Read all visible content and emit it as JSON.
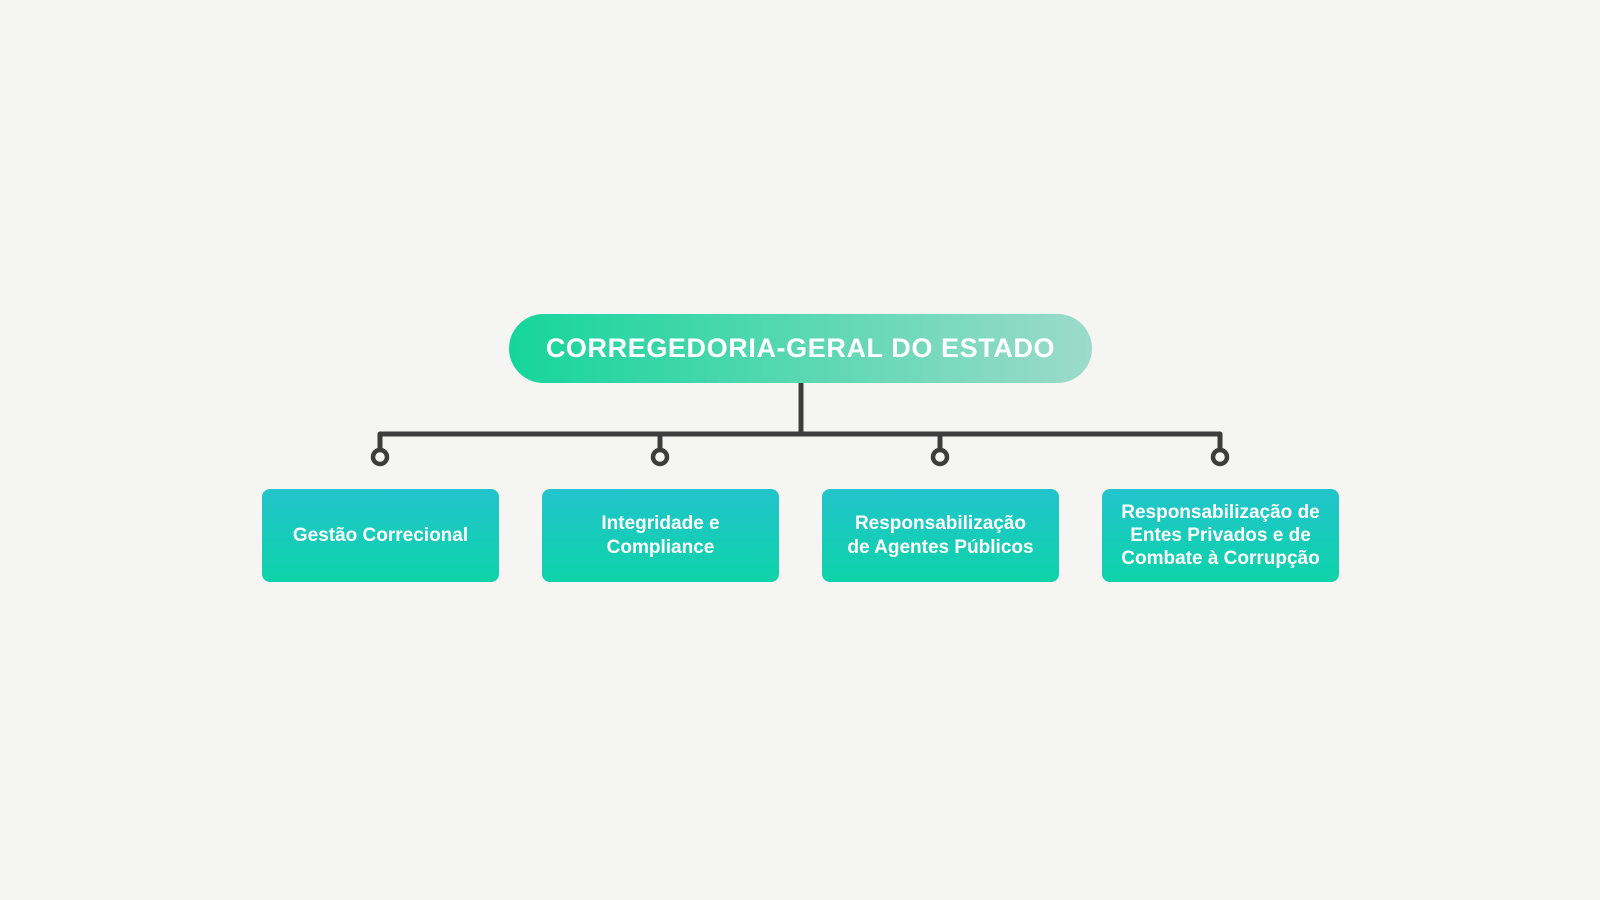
{
  "org_chart": {
    "root": {
      "label": "CORREGEDORIA-GERAL DO ESTADO"
    },
    "children": [
      {
        "label": "Gestão Correcional"
      },
      {
        "label": "Integridade e\nCompliance"
      },
      {
        "label": "Responsabilização\nde Agentes Públicos"
      },
      {
        "label": "Responsabilização de\nEntes Privados e de\nCombate à Corrupção"
      }
    ],
    "colors": {
      "background": "#f5f5f4",
      "connector": "#3d3d3d",
      "text": "#ffffff",
      "root_gradient_start": "#15d59a",
      "root_gradient_end": "#9cdbc9",
      "child_gradient_top": "#22c4cc",
      "child_gradient_bottom": "#0dd3a9"
    }
  }
}
